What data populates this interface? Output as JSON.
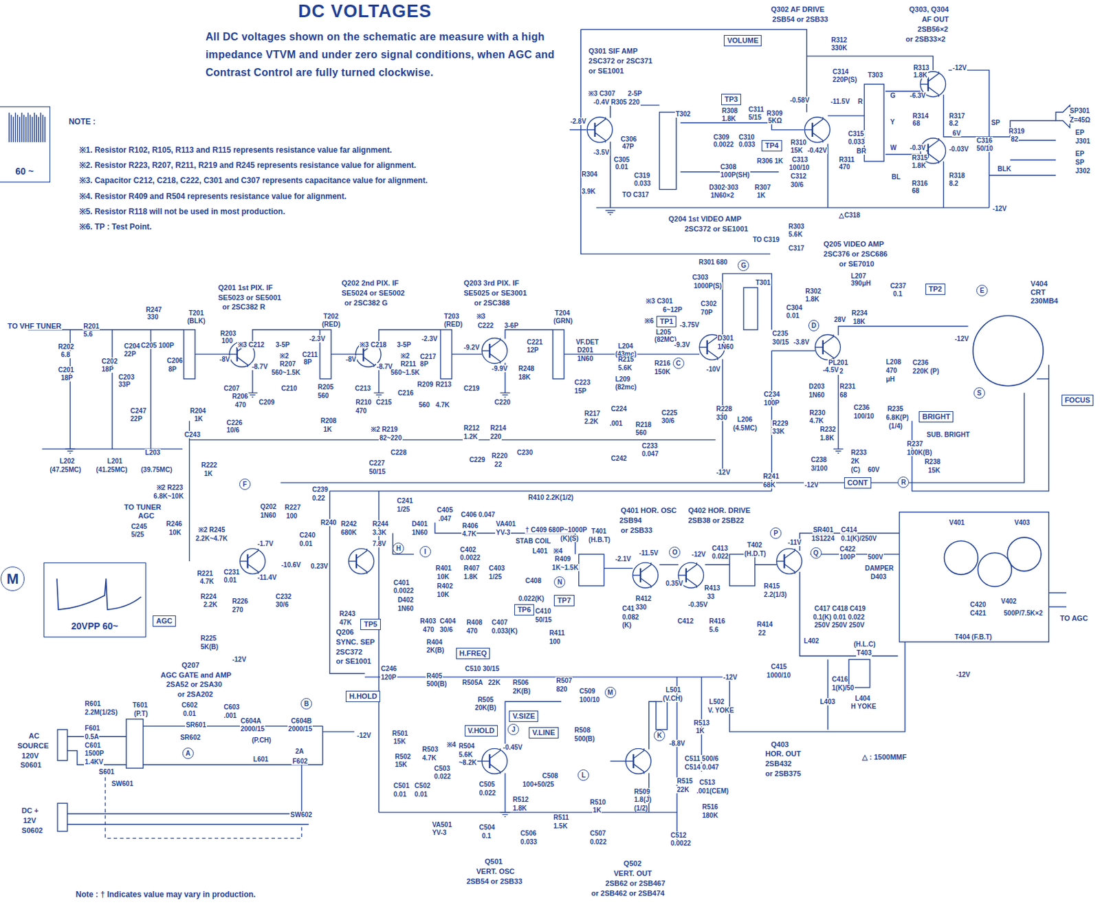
{
  "diagram": {
    "title": "DC VOLTAGES",
    "nodes": [
      {
        "text": [
          "60 ~"
        ]
      },
      {
        "text": [
          "VOLUME"
        ]
      },
      {
        "text": [
          "TP3"
        ]
      },
      {
        "text": [
          "TP4"
        ]
      },
      {
        "text": [
          "TP1"
        ]
      },
      {
        "text": [
          "TP2"
        ]
      },
      {
        "text": [
          "BRIGHT"
        ]
      },
      {
        "text": [
          "FOCUS"
        ]
      },
      {
        "text": [
          "CONT"
        ]
      },
      {
        "text": [
          "AGC"
        ]
      },
      {
        "text": [
          "20VPP 60~"
        ]
      },
      {
        "text": [
          "TP5"
        ]
      },
      {
        "text": [
          "TP6"
        ]
      },
      {
        "text": [
          "TP7"
        ]
      },
      {
        "text": [
          "H.FREQ"
        ]
      },
      {
        "text": [
          "H.HOLD"
        ]
      },
      {
        "text": [
          "V.SIZE"
        ]
      },
      {
        "text": [
          "V.HOLD"
        ]
      },
      {
        "text": [
          "V.LINE"
        ]
      },
      {
        "text": [
          "M"
        ]
      },
      {
        "text": [
          "A"
        ]
      },
      {
        "text": [
          "B"
        ]
      },
      {
        "text": [
          "C"
        ]
      },
      {
        "text": [
          "D"
        ]
      },
      {
        "text": [
          "E"
        ]
      },
      {
        "text": [
          "F"
        ]
      },
      {
        "text": [
          "G"
        ]
      },
      {
        "text": [
          "H"
        ]
      },
      {
        "text": [
          "I"
        ]
      },
      {
        "text": [
          "J"
        ]
      },
      {
        "text": [
          "K"
        ]
      },
      {
        "text": [
          "L"
        ]
      },
      {
        "text": [
          "M"
        ]
      },
      {
        "text": [
          "N"
        ]
      },
      {
        "text": [
          "O"
        ]
      },
      {
        "text": [
          "P"
        ]
      },
      {
        "text": [
          "Q"
        ]
      },
      {
        "text": [
          "R"
        ]
      },
      {
        "text": [
          "S"
        ]
      }
    ],
    "labels": [
      "All DC voltages shown on the schematic are measure with a high impedance VTVM and under zero signal conditions, when AGC and Contrast Control are fully turned clockwise.",
      "NOTE :",
      "※1. Resistor R102, R105, R113 and R115 represents resistance value far alignment.",
      "※2. Resistor R223, R207, R211, R219 and R245 represents resistance value for alignment.",
      "※3. Capacitor C212, C218, C222, C301 and C307 represents capacitance value for alignment.",
      "※4. Resistor R409 and R504 represents resistance value for alignment.",
      "※5. Resistor R118 will not be used in most production.",
      "※6. TP : Test Point.",
      "Q302 AF DRIVE",
      "2SB54 or 2SB33",
      "Q303, Q304",
      "AF OUT",
      "2SB56×2",
      "or 2SB33×2",
      "Q301 SIF AMP",
      "2SC372 or 2SC371",
      "or SE1001",
      "R312",
      "330K",
      "C314",
      "220P(S)",
      "T303",
      "R313",
      "1.8K",
      "-12V",
      "※3 C307",
      "2-5P",
      "-0.4V",
      "R305 220",
      "-2.8V",
      "T302",
      "R308",
      "1.8K",
      "C311",
      "5/15",
      "R309",
      "5KΩ",
      "-0.58V",
      "-11.5V",
      "R",
      "C306",
      "47P",
      "C309",
      "0.0022",
      "C310",
      "0.033",
      "R310",
      "15K",
      "-0.42V",
      "C315",
      "0.033",
      "BR",
      "G",
      "-6.3V",
      "Y",
      "R314",
      "68",
      "R317",
      "8.2",
      "6V",
      "W",
      "-0.3V",
      "-0.03V",
      "R315",
      "1.8K",
      "BL",
      "R316",
      "68",
      "R318",
      "8.2",
      "C316",
      "50/10",
      "SP",
      "R319",
      "82",
      "BLK",
      "SP301",
      "Z=45Ω",
      "EP",
      "J301",
      "EP",
      "SP",
      "J302",
      "-3.5V",
      "C305",
      "0.01",
      "C319",
      "0.033",
      "R304",
      "3.9K",
      "TO C317",
      "C308",
      "100P(SH)",
      "R306 1K",
      "C313",
      "100/10",
      "R311",
      "470",
      "C312",
      "30/6",
      "D302·303",
      "1N60×2",
      "R307",
      "1K",
      "△C318",
      "-12V",
      "Q204 1st VIDEO AMP",
      "2SC372 or SE1001",
      "R303",
      "5.6K",
      "TO C319",
      "C317",
      "Q205 VIDEO AMP",
      "2SC376 or 2SC686",
      "or SE7010",
      "V404",
      "CRT",
      "230MB4",
      "R301 680",
      "C303",
      "1000P(S)",
      "T301",
      "R302",
      "1.8K",
      "L207",
      "390μH",
      "C237",
      "0.1",
      "※3 C301",
      "6~12P",
      "C302",
      "70P",
      "C304",
      "0.01",
      "28V",
      "R234",
      "18K",
      "-12V",
      "-3.75V",
      "Q201 1st PIX. IF",
      "SE5023 or SE5001",
      "or 2SC382 R",
      "Q202 2nd PIX. IF",
      "SE5024 or SE5002",
      "or 2SC382 G",
      "Q203 3rd PIX. IF",
      "SE5025 or SE3001",
      "or 2SC388",
      "R247",
      "330",
      "T201",
      "(BLK)",
      "T202",
      "(RED)",
      "T203",
      "(RED)",
      "T204",
      "(GRN)",
      "TO VHF TUNER",
      "R201",
      "5.6",
      "C205 100P",
      "R203",
      "100",
      "※3 C212",
      "3-5P",
      "※3 C218",
      "3-5P",
      "※3",
      "C222",
      "3-6P",
      "C221",
      "12P",
      "VF.DET",
      "D201",
      "1N60",
      "L204",
      "(43mc)",
      "※6",
      "L205",
      "(82MC)",
      "D301",
      "1N60",
      "C235",
      "30/15",
      "-3.8V",
      "PL201",
      "NE 2",
      "L208",
      "470",
      "μH",
      "C236",
      "220K (P)",
      "-8V",
      "-8.7V",
      "-2.3V",
      "-8V",
      "-8.7V",
      "-2.3V",
      "-9.2V",
      "-9.9V",
      "-9.3V",
      "-4.5V",
      "C211",
      "8P",
      "※2",
      "R207",
      "560~1.5K",
      "R205",
      "560",
      "C217",
      "8P",
      "※2",
      "R211",
      "560~1.5K",
      "R248",
      "18K",
      "C223",
      "15P",
      "R215",
      "5.6K",
      "L209",
      "(82mc)",
      "R216",
      "150K",
      "-10V",
      "C207",
      "R206",
      "470",
      "C209",
      "C210",
      "R204",
      "1K",
      "C226",
      "10/6",
      "C213",
      "R210",
      "470",
      "C215",
      "R208",
      "1K",
      "C216",
      "R209",
      "R213",
      "560",
      "4.7K",
      "C219",
      "R212",
      "1.2K",
      "R214",
      "220",
      "C220",
      "※2 R219",
      "82~220",
      "R217",
      "2.2K",
      "C224",
      ".001",
      "R218",
      "560",
      "C225",
      "30/6",
      "C233",
      "0.047",
      "R228",
      "330",
      "C234",
      "100P",
      "L206",
      "(4.5MC)",
      "R229",
      "33K",
      "D203",
      "1N60",
      "R231",
      "68",
      "C236",
      "100/10",
      "R230",
      "4.7K",
      "R232",
      "1.8K",
      "R235",
      "6.8K(P)",
      "(1/4)",
      "SUB. BRIGHT",
      "R237",
      "100K(B)",
      "R238",
      "15K",
      "R233",
      "2K",
      "(C)",
      "60V",
      "C238",
      "3/100",
      "-12V",
      "R241",
      "68K",
      "-12V",
      "C227",
      "50/15",
      "C228",
      "C229",
      "R220",
      "22",
      "C230",
      "C242",
      "C243",
      "L202",
      "(47.25MC)",
      "L201",
      "(41.25MC)",
      "L203",
      "(39.75MC)",
      "R202",
      "6.8",
      "C201",
      "18P",
      "C202",
      "18P",
      "C204",
      "22P",
      "C203",
      "33P",
      "C206",
      "8P",
      "C247",
      "22P",
      "R222",
      "1K",
      "※2 R223",
      "6.8K~10K",
      "TO TUNER",
      "AGC",
      "C245",
      "5/25",
      "R246",
      "10K",
      "※2 R245",
      "2.2K~4.7K",
      "Q202",
      "1N60",
      "R227",
      "100",
      "C239",
      "0.22",
      "R240",
      "C240",
      "0.01",
      "0.23V",
      "-1.7V",
      "-10.6V",
      "-11.4V",
      "R221",
      "4.7K",
      "C231",
      "0.01",
      "R224",
      "2.2K",
      "R226",
      "270",
      "C232",
      "30/6",
      "R225",
      "5K(B)",
      "-12V",
      "R242",
      "680K",
      "R244",
      "3.3K",
      "C241",
      "1/25",
      "7.8V",
      "C405",
      ".047",
      "C406 0.047",
      "R406",
      "4.7K",
      "VA401",
      "YV-3",
      "R410 2.2K(1/2)",
      "† C409 680P~1000P",
      "(K)(S)",
      "STAB COIL",
      "L401",
      "T401",
      "(H.B.T)",
      "Q401 HOR. OSC",
      "2SB94",
      "or 2SB33",
      "Q402 HOR. DRIVE",
      "2SB38 or 2SB22",
      "D401",
      "1N60",
      "C402",
      "0.0022",
      "R401",
      "10K",
      "R407",
      "1.8K",
      "C403",
      "1/25",
      "C408",
      "0.022(K)",
      "C401",
      "0.0022",
      "D402",
      "1N60",
      "R402",
      "10K",
      "※4",
      "R409",
      "1K~1.5K",
      "-2.1V",
      "-11.5V",
      "-12V",
      "0.35V",
      "C413",
      "0.022",
      "T402",
      "(H.D.T)",
      "-11V",
      "SR401",
      "1S1224",
      "C414",
      "0.1(K)/250V",
      "C422",
      "100P",
      "500V",
      "DAMPER",
      "D403",
      "R403",
      "470",
      "C404",
      "30/6",
      "R408",
      "470",
      "C407",
      "0.033(K)",
      "C410",
      "50/15",
      "R411",
      "100",
      "C411",
      "0.082",
      "(K)",
      "R412",
      "330",
      "C412",
      "R413",
      "33",
      "R416",
      "5.6",
      "R415",
      "2.2(1/3)",
      "R414",
      "22",
      "-0.35V",
      "C417 C418 C419",
      "0.1(K) 0.01 0.022",
      "250V 250V 250V",
      "V401",
      "V402",
      "V403",
      "C420",
      "C421",
      "500P/7.5K×2",
      "T404 (F.B.T)",
      "TO AGC",
      "Q206",
      "SYNC. SEP",
      "2SC372",
      "or SE1001",
      "R243",
      "47K",
      "C246",
      "120P",
      "R404",
      "2K(B)",
      "R405",
      "500(B)",
      "C510 30/15",
      "R505A",
      "22K",
      "R506",
      "2K(B)",
      "R507",
      "820",
      "C509",
      "100/10",
      "R505",
      "20K(B)",
      "-0.45V",
      "R508",
      "500(B)",
      "L501",
      "(V.CH)",
      "L502",
      "V. YOKE",
      "R513",
      "1K",
      "-8.8V",
      "R501",
      "15K",
      "R502",
      "15K",
      "R503",
      "4.7K",
      "R504",
      "5.6K",
      "~8.2K",
      "※4",
      "C503",
      "0.022",
      "C501",
      "0.01",
      "C502",
      "0.01",
      "C505",
      "0.022",
      "C508",
      "100+50/25",
      "R509",
      "1.8(J)",
      "(1/2)",
      "C511 500/6",
      "C514 0.047",
      "R515",
      "22K",
      "C513",
      ".001(CEM)",
      "R516",
      "180K",
      "C512",
      "0.0022",
      "R512",
      "1.8K",
      "R511",
      "1.5K",
      "R510",
      "1K",
      "VA501",
      "YV-3",
      "C504",
      "0.1",
      "C506",
      "0.033",
      "C507",
      "0.022",
      "Q501",
      "VERT. OSC",
      "2SB54 or 2SB33",
      "Q502",
      "VERT. OUT",
      "2SB62 or 2SB467",
      "or 2SB462 or 2SB474",
      "Note : † Indicates value may vary in production.",
      "Q403",
      "HOR. OUT",
      "2SB432",
      "or 2SB375",
      "△ : 1500MMF",
      "L402",
      "L403",
      "C415",
      "1000/10",
      "C416",
      "1(K)/50",
      "(H.L.C)",
      "T403",
      "L404",
      "H YOKE",
      "-12V",
      "-12V",
      "Q207",
      "AGC GATE and AMP",
      "2SA52 or 2SA30",
      "or 2SA202",
      "C602",
      "0.01",
      "SR601",
      "SR602",
      "C603",
      ".001",
      "C604A",
      "2000/15",
      "C604B",
      "2000/15",
      "(P.CH)",
      "L601",
      "2A",
      "F602",
      "-12V",
      "R601",
      "2.2M(1/2S)",
      "F601",
      "0.5A",
      "T601",
      "(P.T)",
      "C601",
      "1500P",
      "1.4KV",
      "AC",
      "SOURCE",
      "120V",
      "S0601",
      "S601",
      "SW601",
      "DC +",
      "12V",
      "S0602",
      "SW602"
    ]
  }
}
